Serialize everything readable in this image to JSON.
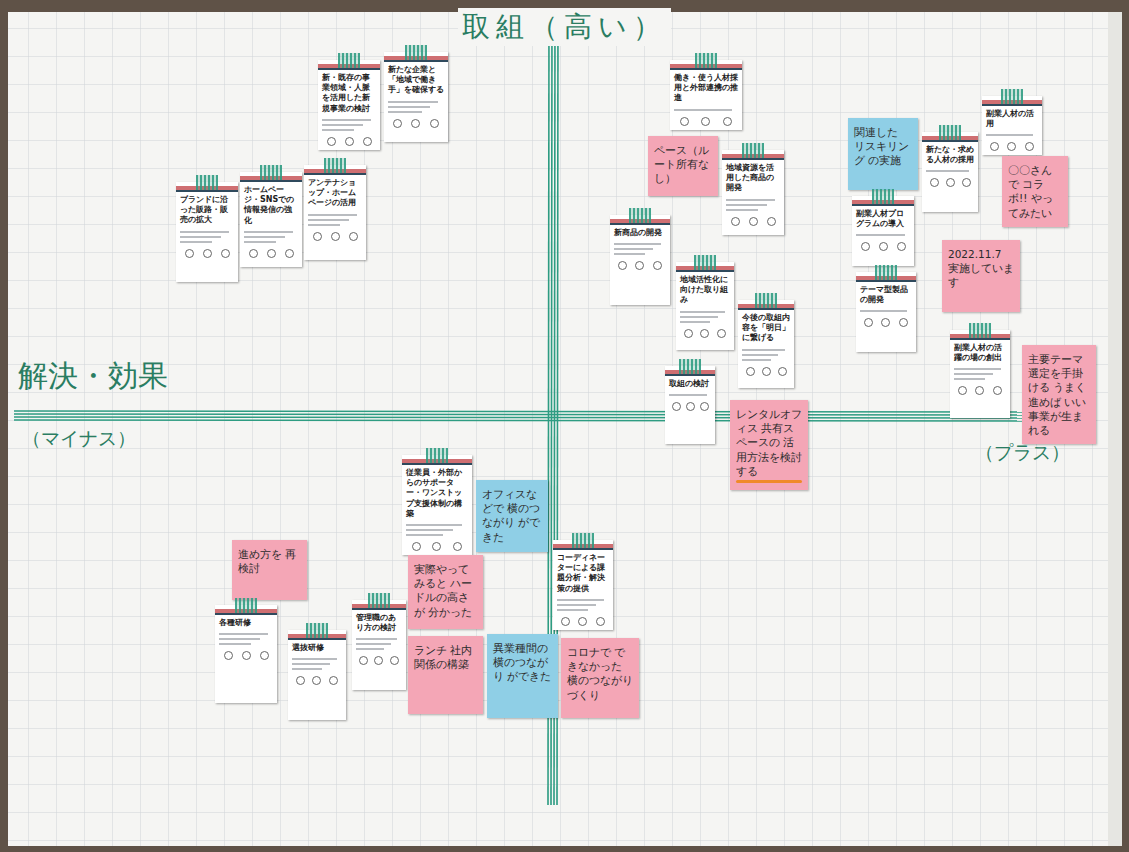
{
  "diagram": {
    "nodes": [
      {
        "text": [
          "新・既存の事業領域・人脈を活用した新規事業の検討"
        ]
      },
      {
        "text": [
          "新たな企業と「地域で働き手」を確保する"
        ]
      },
      {
        "text": [
          "ブランドに沿った販路・販売の拡大"
        ]
      },
      {
        "text": [
          "ホームページ・SNSでの情報発信の強化"
        ]
      },
      {
        "text": [
          "アンテナショップ・ホームページの活用"
        ]
      },
      {
        "text": [
          "働き・使う人材採用と外部連携の推進"
        ]
      },
      {
        "text": [
          "ペース（ルート所有なし）"
        ]
      },
      {
        "text": [
          "地域資源を活用した商品の開発"
        ]
      },
      {
        "text": [
          "新商品の開発"
        ]
      },
      {
        "text": [
          "地域活性化に向けた取り組み"
        ]
      },
      {
        "text": [
          "今後の取組内容を「明日」に繋げる"
        ]
      },
      {
        "text": [
          "取組の検討"
        ]
      },
      {
        "text": [
          "レンタルオフィス 共有スペースの 活用方法を検討する"
        ]
      },
      {
        "text": [
          "関連した リスキリング の実施"
        ]
      },
      {
        "text": [
          "副業人材の活用"
        ]
      },
      {
        "text": [
          "新たな・求める人材の採用"
        ]
      },
      {
        "text": [
          "〇〇さんで コラボ!! やってみたい"
        ]
      },
      {
        "text": [
          "副業人材プログラムの導入"
        ]
      },
      {
        "text": [
          "テーマ型製品の開発"
        ]
      },
      {
        "text": [
          "2022.11.7 実施しています"
        ]
      },
      {
        "text": [
          "副業人材の活躍の場の創出"
        ]
      },
      {
        "text": [
          "主要テーマ選定を手掛ける うまく進めば いい事業が生まれる"
        ]
      },
      {
        "text": [
          "従業員・外部からのサポーター・ワンストップ支援体制の構築"
        ]
      },
      {
        "text": [
          "オフィスなどで 横のつながり ができた"
        ]
      },
      {
        "text": [
          "コーディネーターによる課題分析・解決策の提供"
        ]
      },
      {
        "text": [
          "進め方を 再検討"
        ]
      },
      {
        "text": [
          "実際やってみると ハードルの高さが 分かった"
        ]
      },
      {
        "text": [
          "各種研修"
        ]
      },
      {
        "text": [
          "選抜研修"
        ]
      },
      {
        "text": [
          "管理職のあり方の検討"
        ]
      },
      {
        "text": [
          "ランチ 社内関係の構築"
        ]
      },
      {
        "text": [
          "異業種間の 横のつながり ができた"
        ]
      },
      {
        "text": [
          "コロナで できなかった 横のつながりづくり"
        ]
      }
    ],
    "labels": [
      "取組（高い）",
      "解決・効果",
      "（マイナス）",
      "（プラス）"
    ]
  }
}
